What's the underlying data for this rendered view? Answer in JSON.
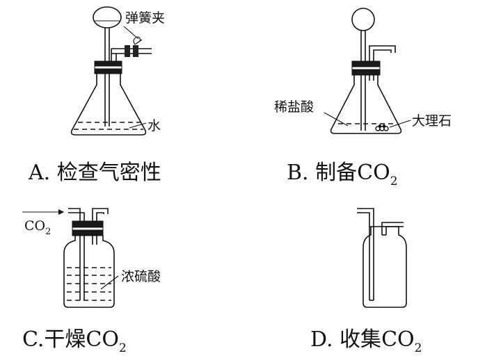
{
  "panels": {
    "a": {
      "caption": "A. 检查气密性",
      "labels": {
        "clip": "弹簧夹",
        "water": "水"
      }
    },
    "b": {
      "caption_prefix": "B. 制备",
      "labels": {
        "acid": "稀盐酸",
        "marble": "大理石"
      }
    },
    "c": {
      "caption_prefix": "C.干燥",
      "labels": {
        "gas_in": "CO",
        "acid": "浓硫酸"
      }
    },
    "d": {
      "caption_prefix": "D. 收集"
    }
  },
  "formula": {
    "base": "CO",
    "subscript": "2"
  }
}
